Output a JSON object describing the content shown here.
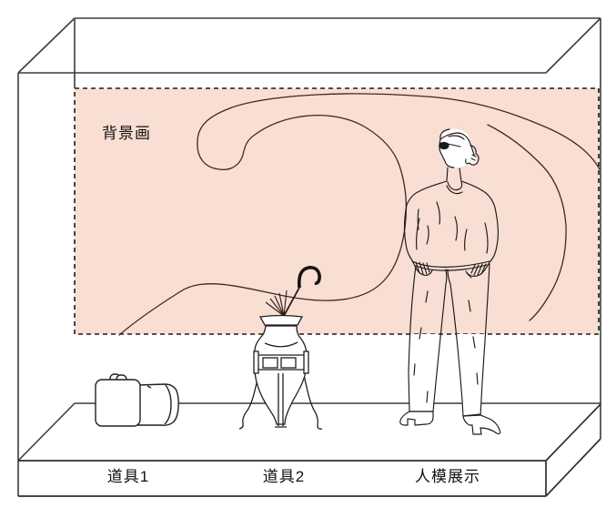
{
  "labels": {
    "backdrop": "背景画",
    "prop1": "道具1",
    "prop2": "道具2",
    "mannequin": "人模展示"
  },
  "colors": {
    "canvas_background": "#ffffff",
    "backdrop_fill": "#f9ded3",
    "frame_line": "#3c3c3c",
    "dashed_border": "#1a1a1a",
    "artwork_line": "#40291f",
    "umbrella_handle": "#151515",
    "label_text": "#111111"
  },
  "scene": {
    "type": "display-window-design-diagram",
    "elements": [
      {
        "name": "display-case-frame",
        "description": "open 3D display case outline"
      },
      {
        "name": "backdrop-panel",
        "label": "背景画",
        "border": "dashed"
      },
      {
        "name": "backdrop-swirl-art",
        "description": "large spiral wave line drawing"
      },
      {
        "name": "prop1-bags",
        "label": "道具1",
        "description": "briefcase and duffel bag"
      },
      {
        "name": "prop2-umbrella-stand",
        "label": "道具2",
        "description": "vase stand holding umbrella"
      },
      {
        "name": "mannequin-figure",
        "label": "人模展示",
        "description": "standing mannequin with sunglasses"
      },
      {
        "name": "display-platform",
        "description": "low 3D platform base with label strip"
      }
    ]
  }
}
